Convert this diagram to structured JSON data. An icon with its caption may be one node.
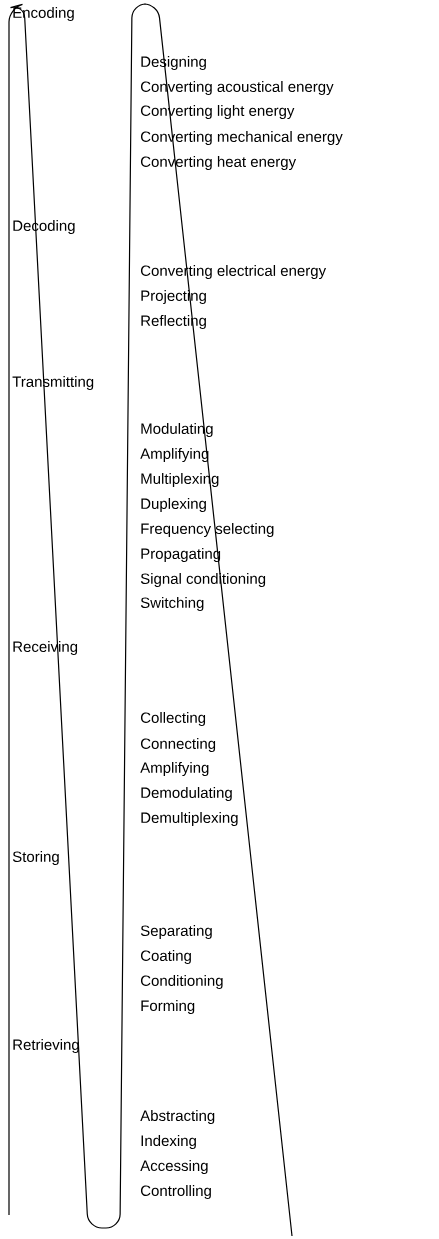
{
  "diagram": {
    "labels": [
      "Encoding",
      "Designing",
      "Converting acoustical energy",
      "Converting light energy",
      "Converting mechanical energy",
      "Converting heat energy",
      "Decoding",
      "Converting electrical energy",
      "Projecting",
      "Reflecting",
      "Transmitting",
      "Modulating",
      "Amplifying",
      "Multiplexing",
      "Duplexing",
      "Frequency selecting",
      "Propagating",
      "Signal conditioning",
      "Switching",
      "Receiving",
      "Collecting",
      "Connecting",
      "Amplifying",
      "Demodulating",
      "Demultiplexing",
      "Storing",
      "Separating",
      "Coating",
      "Conditioning",
      "Forming",
      "Retrieving",
      "Abstracting",
      "Indexing",
      "Accessing",
      "Controlling"
    ]
  }
}
